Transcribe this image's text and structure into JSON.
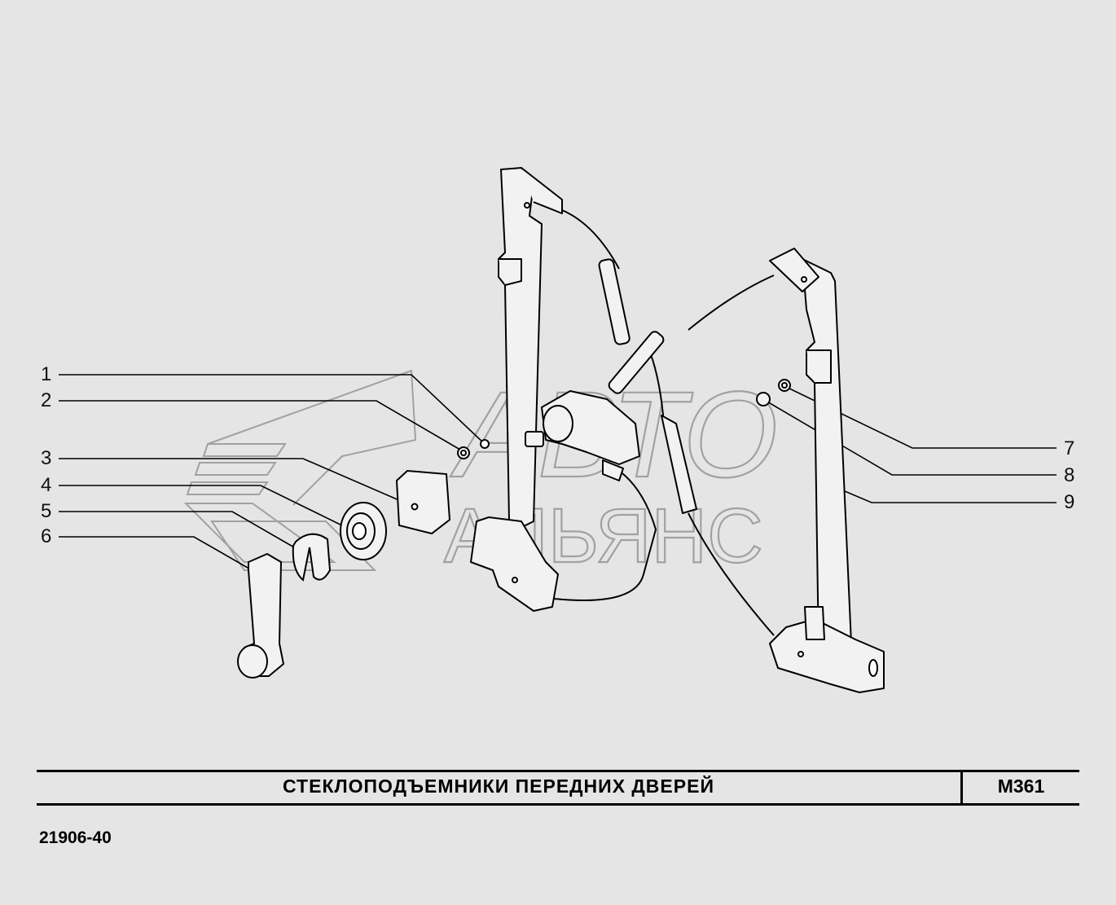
{
  "watermark": {
    "line1": "АВТО",
    "line2": "АЛЬЯНС"
  },
  "callouts": {
    "left": [
      "1",
      "2",
      "3",
      "4",
      "5",
      "6"
    ],
    "right": [
      "7",
      "8",
      "9"
    ]
  },
  "title_block": {
    "title": "СТЕКЛОПОДЪЕМНИКИ ПЕРЕДНИХ ДВЕРЕЙ",
    "code": "M361"
  },
  "model": "21906-40"
}
